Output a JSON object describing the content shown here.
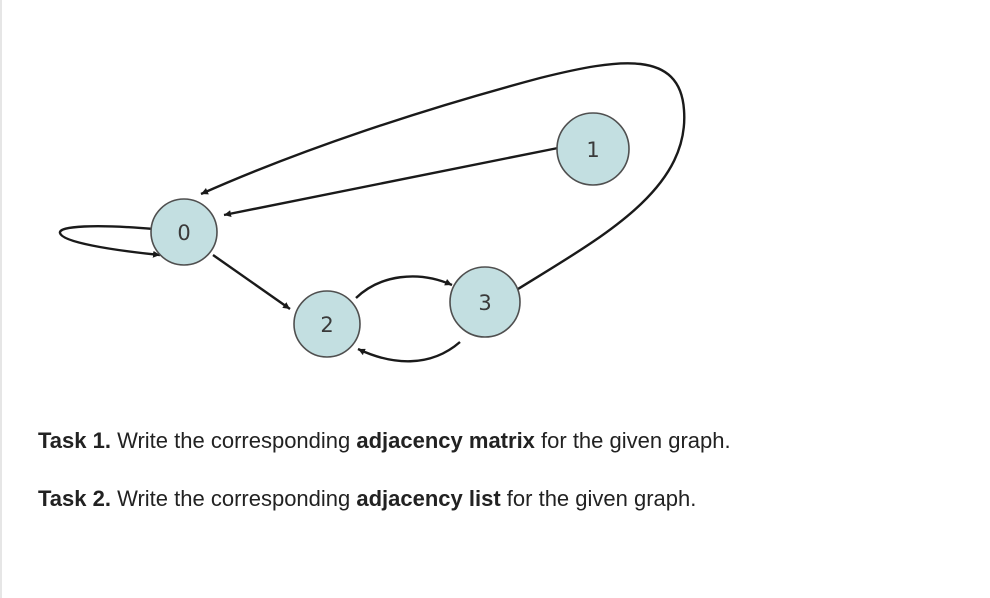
{
  "graph": {
    "nodes": [
      {
        "id": "0",
        "label": "0"
      },
      {
        "id": "1",
        "label": "1"
      },
      {
        "id": "2",
        "label": "2"
      },
      {
        "id": "3",
        "label": "3"
      }
    ],
    "edges": [
      {
        "from": "0",
        "to": "0"
      },
      {
        "from": "0",
        "to": "2"
      },
      {
        "from": "1",
        "to": "0"
      },
      {
        "from": "2",
        "to": "3"
      },
      {
        "from": "3",
        "to": "2"
      },
      {
        "from": "3",
        "to": "0"
      }
    ]
  },
  "tasks": [
    {
      "number_label": "Task 1.",
      "text_before": " Write the corresponding ",
      "emphasis": "adjacency matrix",
      "text_after": " for the given graph."
    },
    {
      "number_label": "Task 2.",
      "text_before": " Write the corresponding ",
      "emphasis": "adjacency list",
      "text_after": " for the given graph."
    }
  ]
}
